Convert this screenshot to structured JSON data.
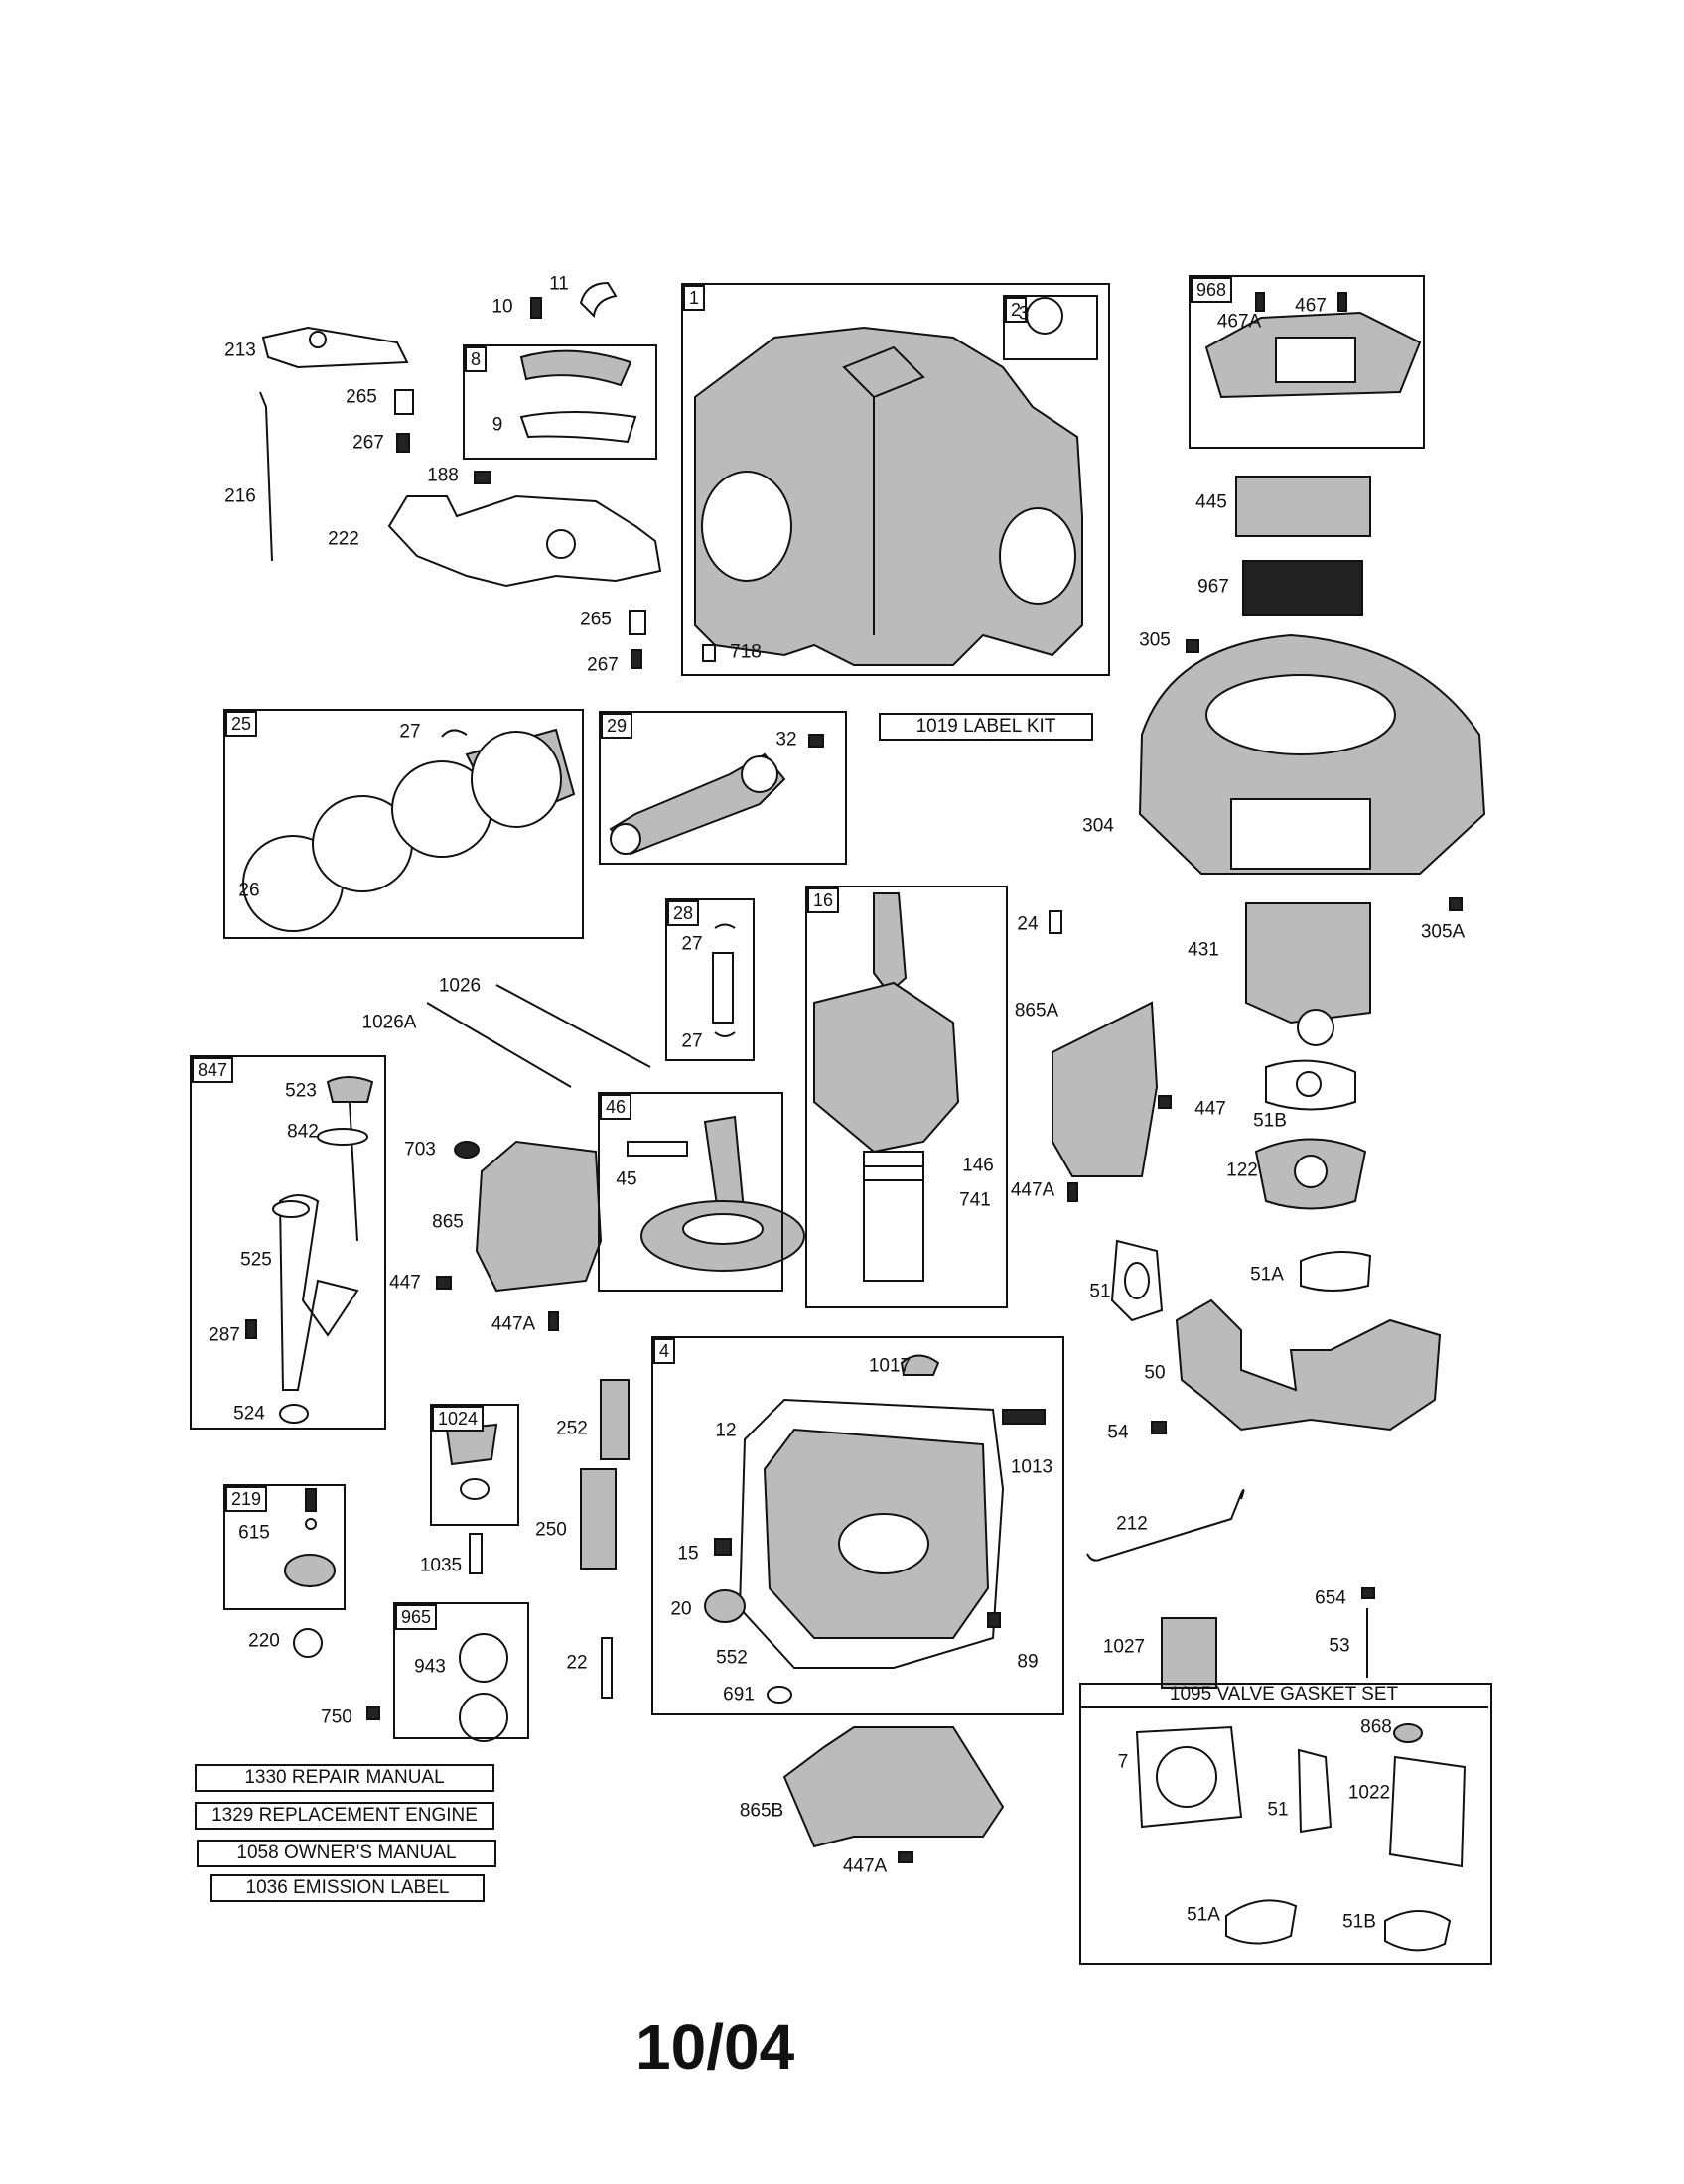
{
  "footer": {
    "date_code": "10/04"
  },
  "groups": {
    "g1": "1",
    "g2": "2",
    "g968": "968",
    "g8": "8",
    "g25": "25",
    "g29": "29",
    "g28": "28",
    "g16": "16",
    "g847": "847",
    "g46": "46",
    "g4": "4",
    "g1024": "1024",
    "g219": "219",
    "g965": "965"
  },
  "kits": {
    "label_kit": "1019 LABEL KIT",
    "valve_gasket_set": "1095 VALVE GASKET SET",
    "repair_manual": "1330 REPAIR MANUAL",
    "replacement_engine": "1329 REPLACEMENT ENGINE",
    "owners_manual": "1058 OWNER'S MANUAL",
    "emission_label": "1036 EMISSION LABEL"
  },
  "labels": {
    "p10": "10",
    "p11": "11",
    "p213": "213",
    "p265a": "265",
    "p267a": "267",
    "p216": "216",
    "p188": "188",
    "p222": "222",
    "p265b": "265",
    "p267b": "267",
    "p9": "9",
    "p3": "3",
    "p718": "718",
    "p467A": "467A",
    "p467": "467",
    "p445": "445",
    "p967": "967",
    "p305": "305",
    "p304": "304",
    "p431": "431",
    "p305A": "305A",
    "p51B": "51B",
    "p122": "122",
    "p447r": "447",
    "p447Ar": "447A",
    "p865A": "865A",
    "p24": "24",
    "p27a": "27",
    "p26": "26",
    "p32": "32",
    "p27b": "27",
    "p27c": "27",
    "p1026": "1026",
    "p1026A": "1026A",
    "p146": "146",
    "p741": "741",
    "p523": "523",
    "p842": "842",
    "p525": "525",
    "p287": "287",
    "p524": "524",
    "p703": "703",
    "p865": "865",
    "p447l": "447",
    "p447Al": "447A",
    "p45": "45",
    "p51": "51",
    "p51A": "51A",
    "p50": "50",
    "p54": "54",
    "p1017": "1017",
    "p12": "12",
    "p1013": "1013",
    "p252": "252",
    "p250": "250",
    "p15": "15",
    "p20": "20",
    "p552": "552",
    "p691": "691",
    "p89": "89",
    "p1035": "1035",
    "p22": "22",
    "p615": "615",
    "p220": "220",
    "p750": "750",
    "p943": "943",
    "p212": "212",
    "p654": "654",
    "p1027": "1027",
    "p53": "53",
    "p865B": "865B",
    "p447Ab": "447A",
    "v7": "7",
    "v868": "868",
    "v51": "51",
    "v1022": "1022",
    "v51A": "51A",
    "v51B": "51B"
  }
}
